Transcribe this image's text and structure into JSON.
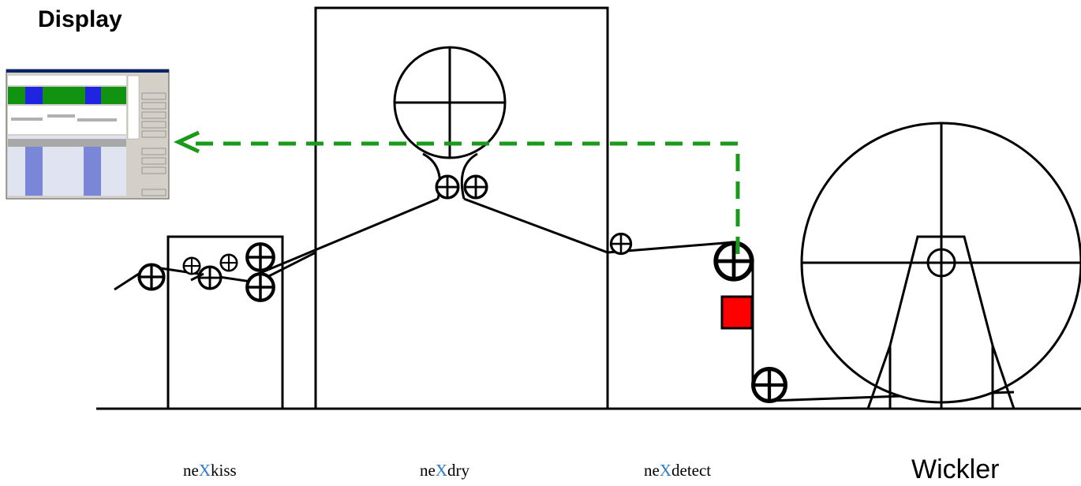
{
  "title": "Display",
  "modules": [
    {
      "id": "kiss",
      "prefix": "ne",
      "x": "X",
      "suffix": "kiss"
    },
    {
      "id": "dry",
      "prefix": "ne",
      "x": "X",
      "suffix": "dry"
    },
    {
      "id": "detect",
      "prefix": "ne",
      "x": "X",
      "suffix": "detect"
    }
  ],
  "winder_label": "Wickler",
  "colors": {
    "signal_line": "#1a9a1a",
    "sensor": "#ff0000",
    "module_highlight": "#2E7BC4",
    "screen_green": "#119211",
    "screen_blue": "#1f24e0"
  },
  "icons": {
    "display": "monitor-screenshot",
    "sensor": "red-square-sensor"
  }
}
